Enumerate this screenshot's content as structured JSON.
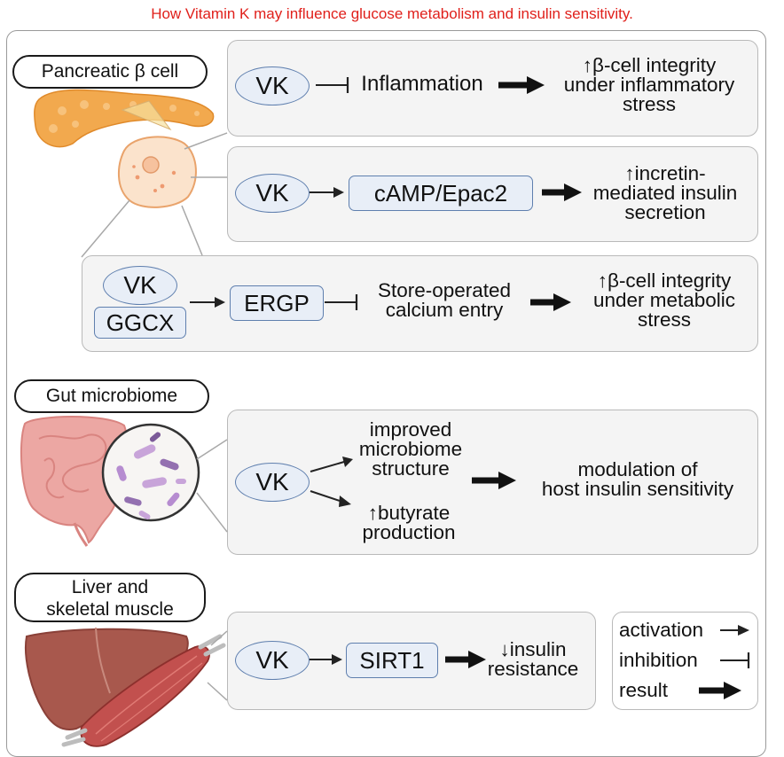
{
  "caption": "How Vitamin K may influence glucose metabolism and insulin sensitivity.",
  "sections": {
    "pancreas": {
      "label": "Pancreatic β cell",
      "rows": [
        {
          "vk": "VK",
          "relation": "inhibition",
          "target": "Inflammation",
          "result": "↑β-cell integrity\nunder inflammatory\nstress"
        },
        {
          "vk": "VK",
          "relation": "activation",
          "target": "cAMP/Epac2",
          "result": "↑incretin-\nmediated insulin\nsecretion"
        },
        {
          "vk": "VK",
          "cofactor": "GGCX",
          "relation": "activation",
          "target": "ERGP",
          "inhibits": "Store-operated\ncalcium entry",
          "result": "↑β-cell integrity\nunder metabolic\nstress"
        }
      ]
    },
    "gut": {
      "label": "Gut microbiome",
      "vk": "VK",
      "effect_1": "improved\nmicrobiome\nstructure",
      "effect_2": "↑butyrate\nproduction",
      "result": "modulation of\nhost insulin sensitivity"
    },
    "liver": {
      "label": "Liver and\nskeletal muscle",
      "vk": "VK",
      "target": "SIRT1",
      "result": "↓insulin\nresistance"
    }
  },
  "legend": {
    "activation": "activation",
    "inhibition": "inhibition",
    "result": "result"
  },
  "colors": {
    "caption": "#e0201b",
    "node_fill": "#e8eef7",
    "node_border": "#5f7fae",
    "panel_fill": "#f4f4f4",
    "pancreas": "#f2a94e",
    "cell": "#fbe3cc",
    "intestine": "#eca7a3",
    "liver": "#a8584d",
    "muscle": "#c2504e"
  }
}
